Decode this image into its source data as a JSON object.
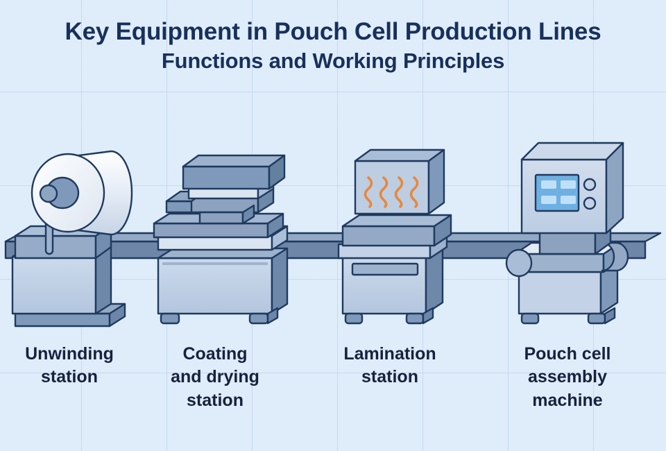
{
  "poster": {
    "title_main": "Key Equipment in Pouch Cell Production Lines",
    "title_sub": "Functions and Working Principles",
    "background_color": "#dfecfa",
    "grid_line_color": "#b0cbe8",
    "title_color": "#17305c",
    "caption_color": "#17213f",
    "outline_color": "#1f3a5f",
    "accent_orange": "#e8883a"
  },
  "palette": {
    "metal_light": "#cfdced",
    "metal_mid": "#a9bdd6",
    "metal_dark": "#7e99ba",
    "metal_shadow": "#5d7697",
    "panel_face": "#c3d2e6",
    "roll_white": "#eef3f9",
    "belt": "#6e87a8",
    "belt_top": "#8ea5c2",
    "screen_blue": "#6fb0e2",
    "screen_cell": "#bfe0f7"
  },
  "stations": [
    {
      "id": "unwinding-station",
      "caption": "Unwinding\nstation",
      "order": 1,
      "parts": [
        "roll-cylinder",
        "roll-hub",
        "support-rod",
        "base-box",
        "base-plate"
      ]
    },
    {
      "id": "coating-and-drying-station",
      "caption": "Coating\nand drying\nstation",
      "order": 2,
      "parts": [
        "upper-coater-head",
        "coater-slab-stack",
        "lower-slab",
        "base-box",
        "legs"
      ]
    },
    {
      "id": "lamination-station",
      "caption": "Lamination\nstation",
      "order": 3,
      "parts": [
        "heater-box",
        "heat-waves",
        "press-top",
        "base-box",
        "front-slot",
        "legs"
      ]
    },
    {
      "id": "pouch-cell-assembly-machine",
      "caption": "Pouch cell\nassembly\nmachine",
      "order": 4,
      "parts": [
        "control-cabinet",
        "display-screen",
        "indicator-buttons",
        "conveyor-belt",
        "rollers",
        "base-box",
        "legs"
      ]
    }
  ],
  "assembly_machine": {
    "screen_cells": 4,
    "indicator_buttons": 2
  },
  "lamination": {
    "heat_wave_count": 4
  }
}
